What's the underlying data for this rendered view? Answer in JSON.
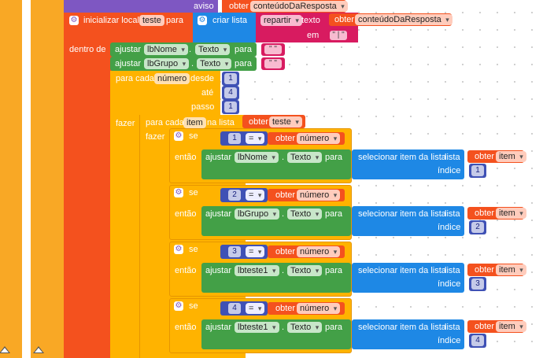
{
  "top": {
    "aviso_label": "aviso",
    "obter_label": "obter",
    "resposta_var": "conteúdoDaResposta"
  },
  "init": {
    "label": "inicializar local",
    "var_name": "teste",
    "para": "para",
    "criar_lista": "criar lista",
    "repartir": "repartir",
    "texto": "texto",
    "obter_label": "obter",
    "resposta_var": "conteúdoDaResposta",
    "em": "em",
    "separator": "\" | \""
  },
  "dentro_de": "dentro de",
  "clear_rows": [
    {
      "ajustar": "ajustar",
      "component": "lbNome",
      "dot": ".",
      "prop": "Texto",
      "para": "para",
      "value": "\" \""
    },
    {
      "ajustar": "ajustar",
      "component": "lbGrupo",
      "dot": ".",
      "prop": "Texto",
      "para": "para",
      "value": "\" \""
    }
  ],
  "loop": {
    "para_cada": "para cada",
    "var_name": "número",
    "desde": "desde",
    "desde_val": "1",
    "ate": "até",
    "ate_val": "4",
    "passo": "passo",
    "passo_val": "1",
    "fazer": "fazer"
  },
  "inner_loop": {
    "para_cada": "para cada",
    "var_name": "item",
    "na_lista": "na lista",
    "obter_label": "obter",
    "list_var": "teste",
    "fazer": "fazer"
  },
  "if_blocks": [
    {
      "se": "se",
      "num": "1",
      "op": "=",
      "obter": "obter",
      "var": "número",
      "entao": "então",
      "ajustar": "ajustar",
      "component": "lbNome",
      "dot": ".",
      "prop": "Texto",
      "para": "para",
      "select": "selecionar item da lista",
      "lista": "lista",
      "obter2": "obter",
      "item_var": "item",
      "indice": "índice",
      "idx": "1"
    },
    {
      "se": "se",
      "num": "2",
      "op": "=",
      "obter": "obter",
      "var": "número",
      "entao": "então",
      "ajustar": "ajustar",
      "component": "lbGrupo",
      "dot": ".",
      "prop": "Texto",
      "para": "para",
      "select": "selecionar item da lista",
      "lista": "lista",
      "obter2": "obter",
      "item_var": "item",
      "indice": "índice",
      "idx": "2"
    },
    {
      "se": "se",
      "num": "3",
      "op": "=",
      "obter": "obter",
      "var": "número",
      "entao": "então",
      "ajustar": "ajustar",
      "component": "lbteste1",
      "dot": ".",
      "prop": "Texto",
      "para": "para",
      "select": "selecionar item da lista",
      "lista": "lista",
      "obter2": "obter",
      "item_var": "item",
      "indice": "índice",
      "idx": "3"
    },
    {
      "se": "se",
      "num": "4",
      "op": "=",
      "obter": "obter",
      "var": "número",
      "entao": "então",
      "ajustar": "ajustar",
      "component": "lbteste1",
      "dot": ".",
      "prop": "Texto",
      "para": "para",
      "select": "selecionar item da lista",
      "lista": "lista",
      "obter2": "obter",
      "item_var": "item",
      "indice": "índice",
      "idx": "4"
    }
  ],
  "icons": {
    "gear": "gear-icon",
    "collapse": "collapse-arrow-icon"
  },
  "colors": {
    "event": "#f9a825",
    "local": "#f4511e",
    "control": "#ffb300",
    "procedure": "#7e57c2",
    "text": "#d81b60",
    "list": "#1e88e5",
    "component": "#43a047",
    "math": "#3f51b5"
  }
}
